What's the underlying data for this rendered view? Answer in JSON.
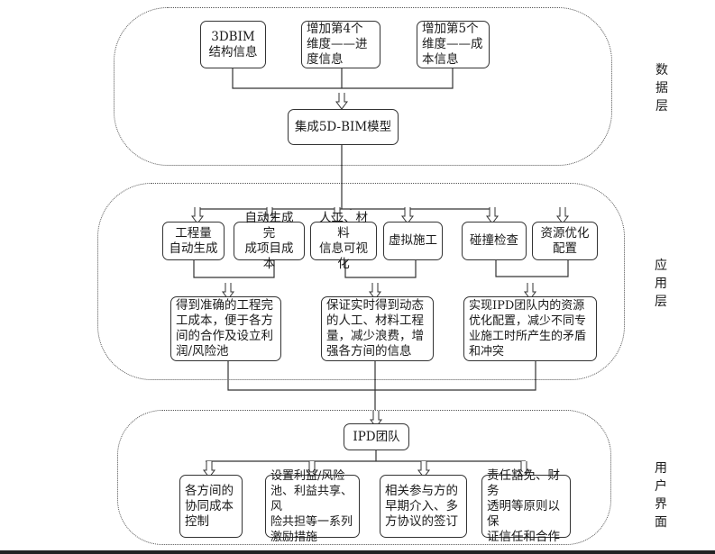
{
  "diagram": {
    "layers": {
      "data_layer": {
        "label": "数\n据\n层",
        "nodes": {
          "bim3d": "3DBIM\n结构信息",
          "dim4": "增加第4个\n维度——进\n度信息",
          "dim5": "增加第5个\n维度——成\n本信息",
          "model5d": "集成5D-BIM模型"
        }
      },
      "application_layer": {
        "label": "应\n用\n层",
        "nodes": {
          "quantity": "工程量\n自动生成",
          "cost": "自动生成完\n成项目成本",
          "visual": "人工、材料\n信息可视化",
          "virtual": "虚拟施工",
          "clash": "碰撞检查",
          "resource": "资源优化\n配置",
          "outcome1": "得到准确的工程完\n工成本，便于各方\n间的合作及设立利\n润/风险池",
          "outcome2": "保证实时得到动态\n的人工、材料工程\n量，减少浪费，增\n强各方间的信息",
          "outcome3": "实现IPD团队内的资源\n优化配置，减少不同专\n业施工时所产生的矛盾\n和冲突"
        }
      },
      "user_layer": {
        "label": "用\n户\n界\n面",
        "nodes": {
          "ipd": "IPD团队",
          "u1": "各方间的\n协同成本\n控制",
          "u2": "设置利益/风险\n池、利益共享、风\n险共担等一系列\n激励措施",
          "u3": "相关参与方的\n早期介入、多\n方协议的签订",
          "u4": "责任豁免、财务\n透明等原则以保\n证信任和合作"
        }
      }
    }
  }
}
